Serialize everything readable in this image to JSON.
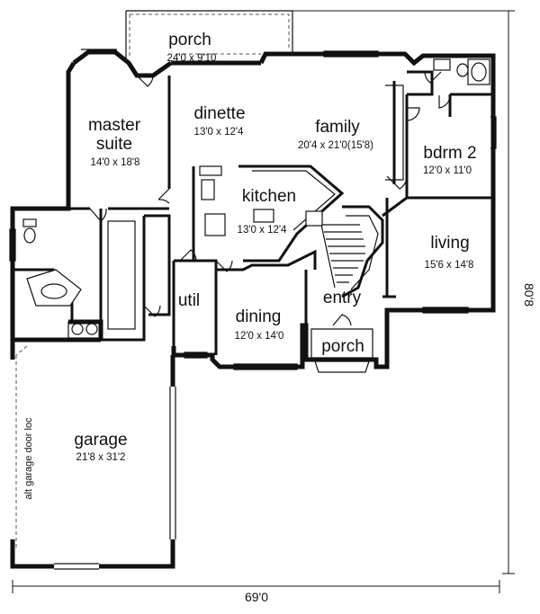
{
  "rooms": {
    "porch_rear": {
      "name": "porch",
      "dims": "24'0 x 9'10"
    },
    "master_suite": {
      "name_line1": "master",
      "name_line2": "suite",
      "dims": "14'0 x 18'8"
    },
    "dinette": {
      "name": "dinette",
      "dims": "13'0 x 12'4"
    },
    "family": {
      "name": "family",
      "dims": "20'4 x 21'0(15'8)"
    },
    "bdrm2": {
      "name": "bdrm 2",
      "dims": "12'0 x 11'0"
    },
    "kitchen": {
      "name": "kitchen",
      "dims": "13'0 x 12'4"
    },
    "living": {
      "name": "living",
      "dims": "15'6 x 14'8"
    },
    "util": {
      "name": "util"
    },
    "dining": {
      "name": "dining",
      "dims": "12'0 x 14'0"
    },
    "entry": {
      "name": "entry"
    },
    "porch_front": {
      "name": "porch"
    },
    "garage": {
      "name": "garage",
      "dims": "21'8 x 31'2"
    }
  },
  "notes": {
    "alt_garage_door": "alt garage door loc"
  },
  "dimensions": {
    "width": "69'0",
    "depth": "80'8"
  }
}
